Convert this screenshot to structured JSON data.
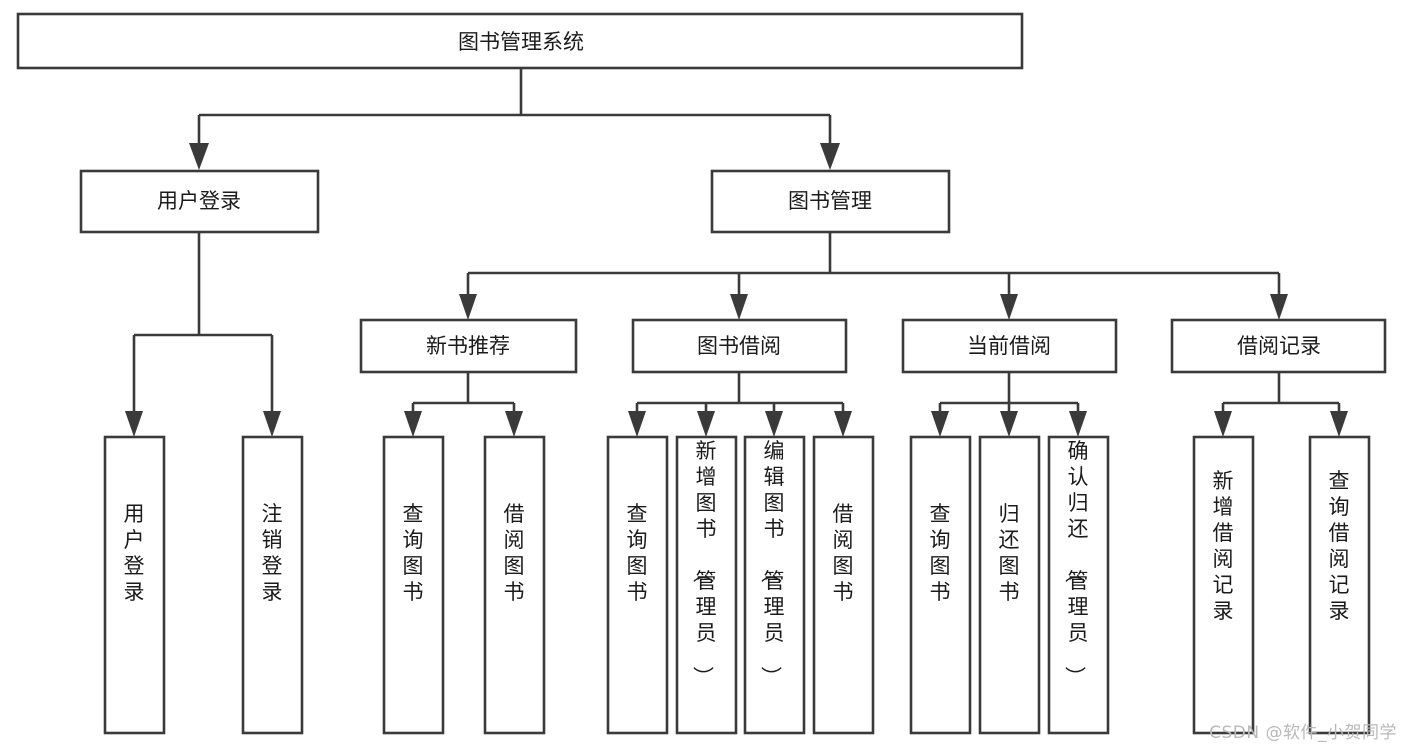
{
  "diagram": {
    "type": "hierarchy-tree",
    "title": "图书管理系统",
    "watermark": "CSDN @软件_小贺同学",
    "colors": {
      "box_stroke": "#3a3a3a",
      "box_fill": "#ffffff",
      "text": "#1b1b1b",
      "connector": "#3a3a3a",
      "watermark": "#b9b9b9",
      "background": "#ffffff"
    },
    "root": {
      "label": "图书管理系统",
      "orientation": "horizontal"
    },
    "level2": [
      {
        "label": "用户登录",
        "orientation": "horizontal"
      },
      {
        "label": "图书管理",
        "orientation": "horizontal"
      }
    ],
    "level3": [
      {
        "label": "新书推荐",
        "orientation": "horizontal",
        "parent": "图书管理"
      },
      {
        "label": "图书借阅",
        "orientation": "horizontal",
        "parent": "图书管理"
      },
      {
        "label": "当前借阅",
        "orientation": "horizontal",
        "parent": "图书管理"
      },
      {
        "label": "借阅记录",
        "orientation": "horizontal",
        "parent": "图书管理"
      }
    ],
    "leaves": [
      {
        "label": "用户登录",
        "orientation": "vertical",
        "parent": "用户登录"
      },
      {
        "label": "注销登录",
        "orientation": "vertical",
        "parent": "用户登录"
      },
      {
        "label": "查询图书",
        "orientation": "vertical",
        "parent": "新书推荐"
      },
      {
        "label": "借阅图书",
        "orientation": "vertical",
        "parent": "新书推荐"
      },
      {
        "label": "查询图书",
        "orientation": "vertical",
        "parent": "图书借阅"
      },
      {
        "label": "新增图书（管理员）",
        "orientation": "vertical",
        "parent": "图书借阅"
      },
      {
        "label": "编辑图书（管理员）",
        "orientation": "vertical",
        "parent": "图书借阅"
      },
      {
        "label": "借阅图书",
        "orientation": "vertical",
        "parent": "图书借阅"
      },
      {
        "label": "查询图书",
        "orientation": "vertical",
        "parent": "当前借阅"
      },
      {
        "label": "归还图书",
        "orientation": "vertical",
        "parent": "当前借阅"
      },
      {
        "label": "确认归还（管理员）",
        "orientation": "vertical",
        "parent": "当前借阅"
      },
      {
        "label": "新增借阅记录",
        "orientation": "vertical",
        "parent": "借阅记录"
      },
      {
        "label": "查询借阅记录",
        "orientation": "vertical",
        "parent": "借阅记录"
      }
    ]
  }
}
